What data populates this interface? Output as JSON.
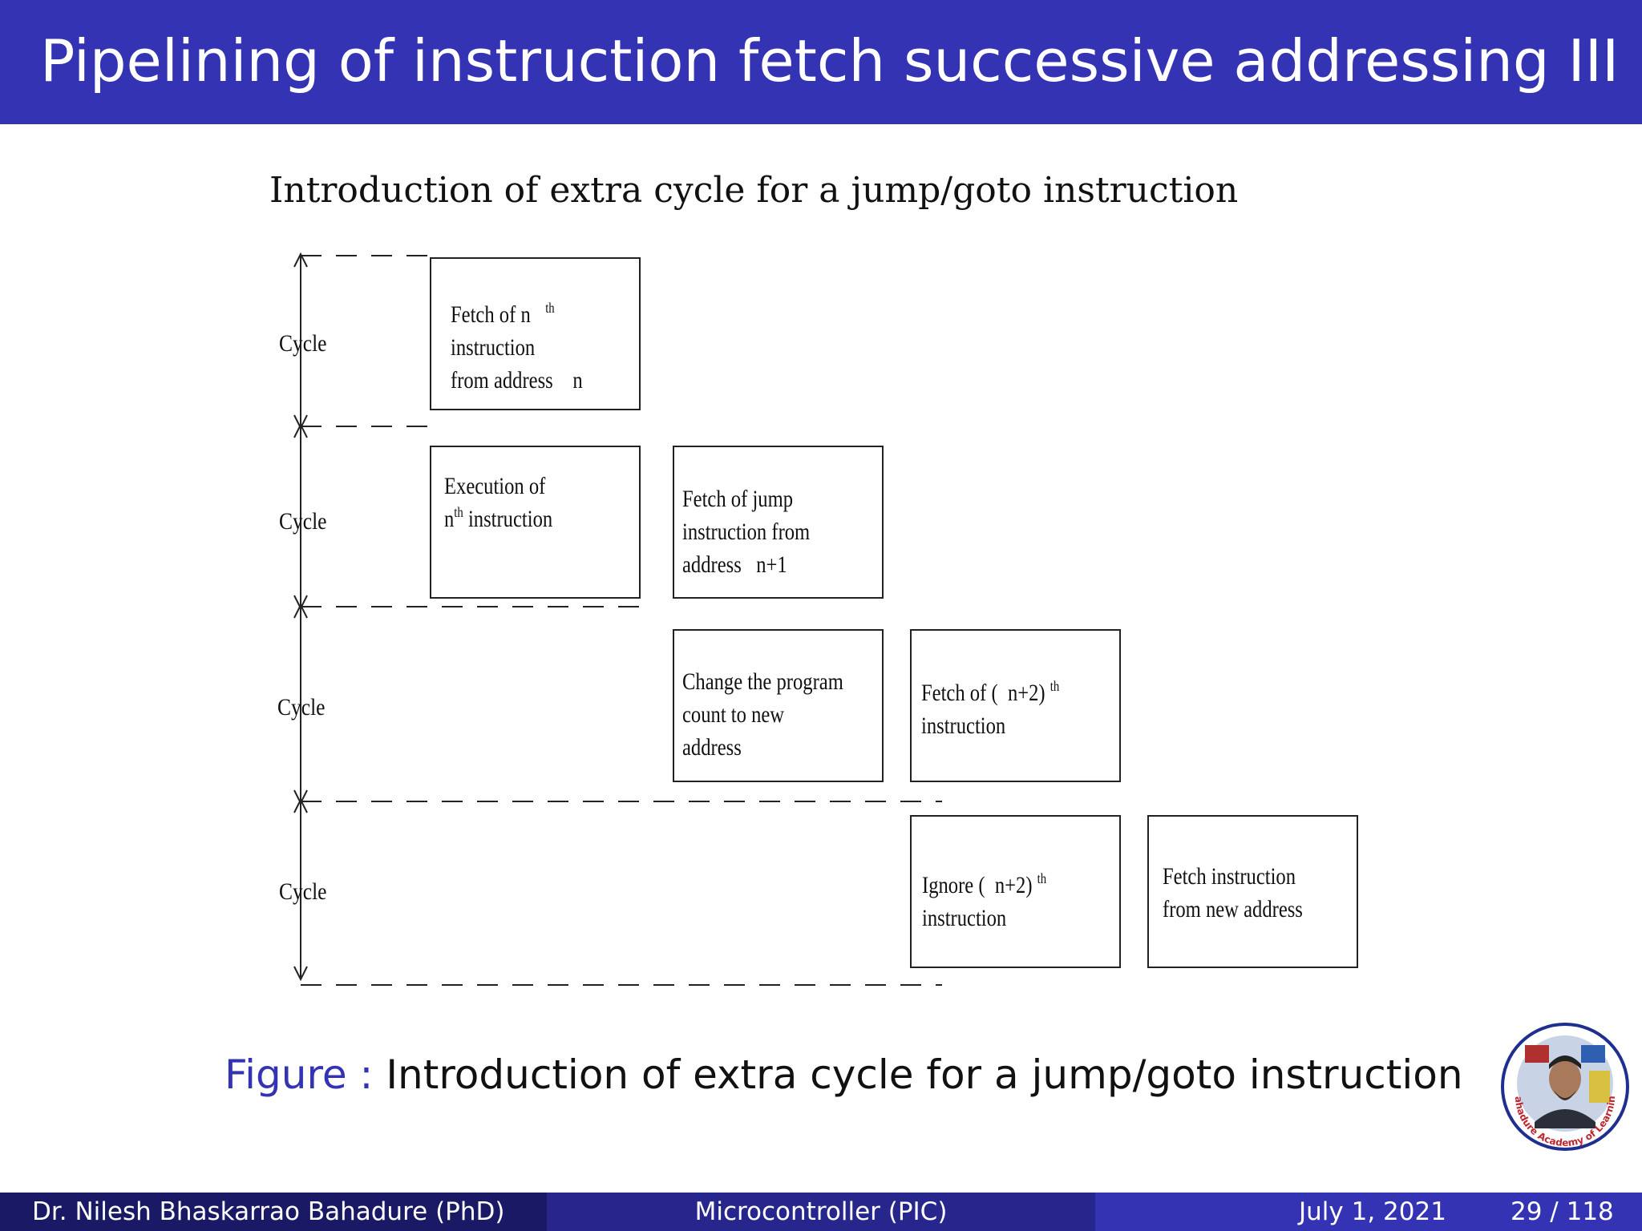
{
  "slide": {
    "title": "Pipelining of instruction fetch successive addressing III"
  },
  "figure": {
    "heading": "Introduction of extra cycle for a jump/goto instruction",
    "cycle_labels": [
      "Cycle",
      "Cycle",
      "Cycle",
      "Cycle"
    ],
    "boxes": {
      "fetch_n": {
        "line1": "Fetch of n",
        "sup": "th",
        "line2": "instruction",
        "line3": "from address",
        "line3_var": "n"
      },
      "execute_n": {
        "line1": "Execution of",
        "line2_pre": "n",
        "line2_sup": "th",
        "line2_post": " instruction"
      },
      "fetch_jump": {
        "line1": "Fetch of jump",
        "line2": "instruction from",
        "line3": "address",
        "line3_var": "n+1"
      },
      "change_pc": {
        "line1": "Change the program",
        "line2": "count to new",
        "line3": "address"
      },
      "fetch_n2": {
        "line1_pre": "Fetch of (",
        "line1_var": "n+2)",
        "line1_sup": "th",
        "line2": "instruction"
      },
      "ignore_n2": {
        "line1_pre": "Ignore (",
        "line1_var": "n+2)",
        "line1_sup": "th",
        "line2": "instruction"
      },
      "fetch_new": {
        "line1": "Fetch instruction",
        "line2": "from new address"
      }
    },
    "caption_label": "Figure :",
    "caption_text": "Introduction of extra cycle for a jump/goto instruction"
  },
  "logo": {
    "text": "Bahadure Academy of Learning"
  },
  "footer": {
    "author": "Dr. Nilesh Bhaskarrao Bahadure  (PhD)",
    "course": "Microcontroller (PIC)",
    "date": "July 1, 2021",
    "page": "29 / 118"
  },
  "colors": {
    "title_bar": "#3333b3",
    "footer_left": "#191966",
    "footer_mid": "#26268c",
    "footer_right": "#3333b3",
    "caption_label": "#3333b3"
  }
}
